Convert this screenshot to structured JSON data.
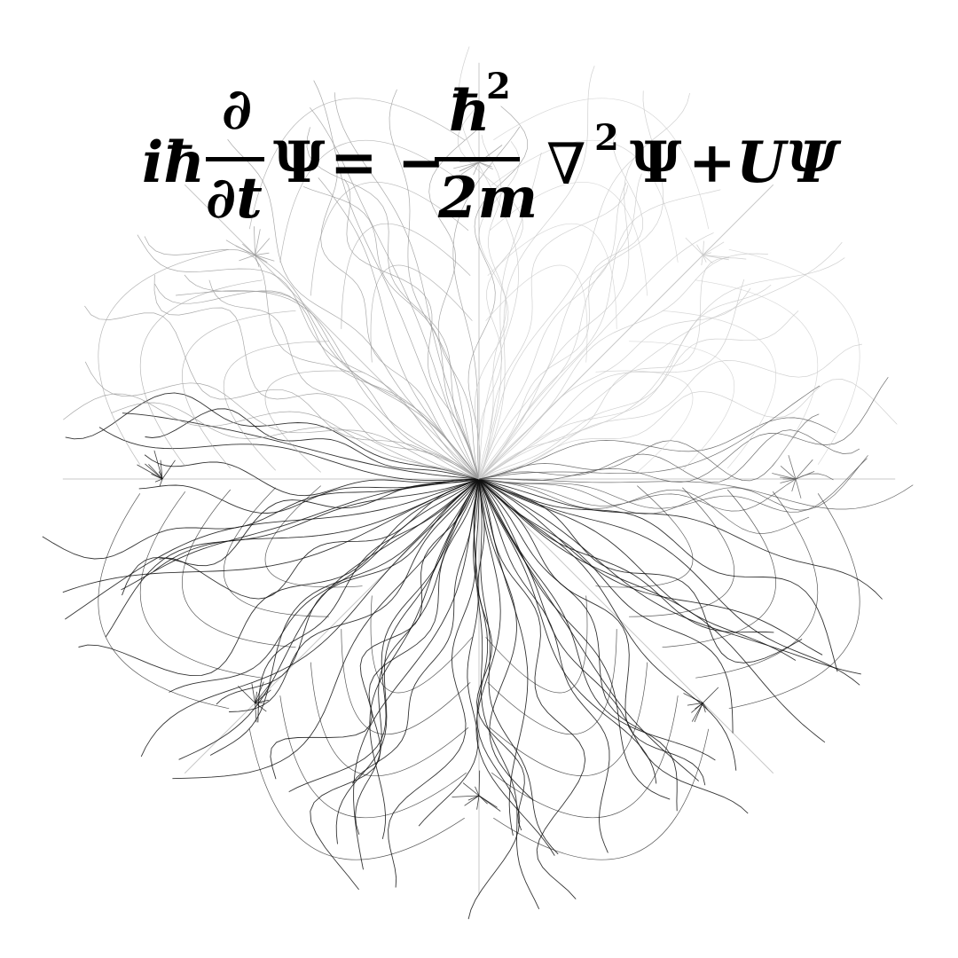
{
  "figure": {
    "equation": {
      "lhs_prefix": "iħ",
      "time_derivative_numerator": "∂",
      "time_derivative_denominator": "∂t",
      "lhs_psi": "Ψ",
      "equals_minus": "= −",
      "kinetic_numerator": "ħ",
      "kinetic_numerator_exponent": "2",
      "kinetic_denominator": "2m",
      "laplacian": "∇",
      "laplacian_exponent": "2",
      "rhs_psi": "Ψ",
      "plus": "+",
      "potential_term": "UΨ"
    },
    "colors": {
      "background": "#ffffff",
      "ink_dark": "#111111",
      "ink_mid": "#555555",
      "ink_light": "#9a9a9a",
      "ink_faint": "#c8c8c8"
    },
    "symmetry_order": 8
  }
}
